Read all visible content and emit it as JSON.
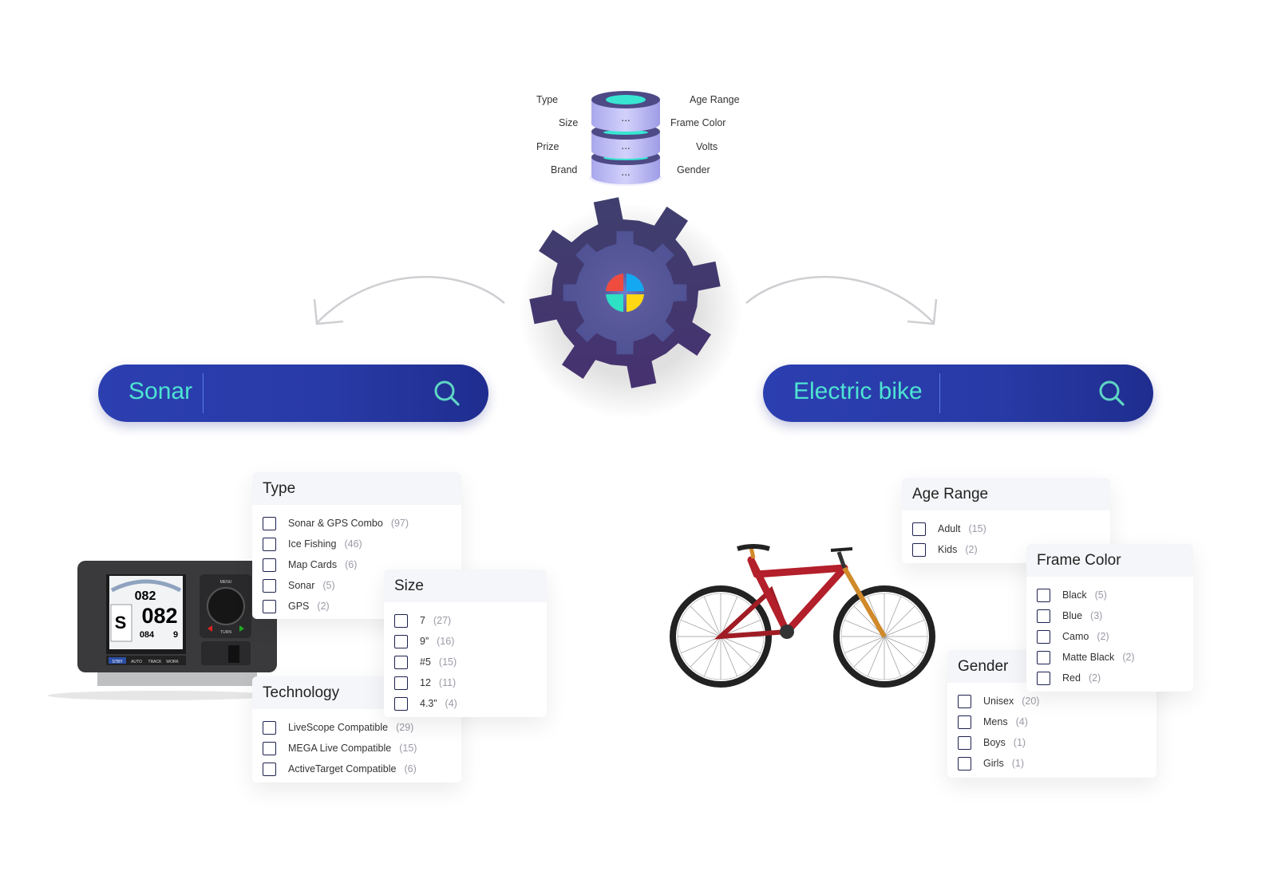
{
  "database": {
    "left_labels": [
      "Type",
      "Size",
      "Prize",
      "Brand"
    ],
    "right_labels": [
      "Age Range",
      "Frame Color",
      "Volts",
      "Gender"
    ],
    "disk_label": "..."
  },
  "searches": [
    {
      "query": "Sonar",
      "icon": "search-icon"
    },
    {
      "query": "Electric bike",
      "icon": "search-icon"
    }
  ],
  "colors": {
    "search_bg": "#283aa6",
    "search_text": "#4de3d2",
    "gear_outer": "#3e3c6e",
    "gear_inner": "#4f5294"
  },
  "device": {
    "screen_top": "082",
    "mode": "S",
    "heading": "082",
    "cog": "084",
    "stw": "9",
    "buttons": [
      "STBY",
      "AUTO",
      "TRACK",
      "WORK"
    ],
    "menu": "MENU",
    "turn": "TURN"
  },
  "left_filters": {
    "type": {
      "title": "Type",
      "items": [
        {
          "label": "Sonar & GPS Combo",
          "count": "(97)"
        },
        {
          "label": "Ice Fishing",
          "count": "(46)"
        },
        {
          "label": "Map Cards",
          "count": "(6)"
        },
        {
          "label": "Sonar",
          "count": "(5)"
        },
        {
          "label": "GPS",
          "count": "(2)"
        }
      ]
    },
    "size": {
      "title": "Size",
      "items": [
        {
          "label": "7",
          "count": "(27)"
        },
        {
          "label": "9”",
          "count": "(16)"
        },
        {
          "label": "#5",
          "count": "(15)"
        },
        {
          "label": "12",
          "count": "(11)"
        },
        {
          "label": "4.3”",
          "count": "(4)"
        }
      ]
    },
    "technology": {
      "title": "Technology",
      "items": [
        {
          "label": "LiveScope Compatible",
          "count": "(29)"
        },
        {
          "label": "MEGA Live Compatible",
          "count": "(15)"
        },
        {
          "label": "ActiveTarget Compatible",
          "count": "(6)"
        }
      ]
    }
  },
  "right_filters": {
    "age_range": {
      "title": "Age Range",
      "items": [
        {
          "label": "Adult",
          "count": "(15)"
        },
        {
          "label": "Kids",
          "count": "(2)"
        }
      ]
    },
    "frame_color": {
      "title": "Frame Color",
      "items": [
        {
          "label": "Black",
          "count": "(5)"
        },
        {
          "label": "Blue",
          "count": "(3)"
        },
        {
          "label": "Camo",
          "count": "(2)"
        },
        {
          "label": "Matte Black",
          "count": "(2)"
        },
        {
          "label": "Red",
          "count": "(2)"
        }
      ]
    },
    "gender": {
      "title": "Gender",
      "items": [
        {
          "label": "Unisex",
          "count": "(20)"
        },
        {
          "label": "Mens",
          "count": "(4)"
        },
        {
          "label": "Boys",
          "count": "(1)"
        },
        {
          "label": "Girls",
          "count": "(1)"
        }
      ]
    }
  }
}
